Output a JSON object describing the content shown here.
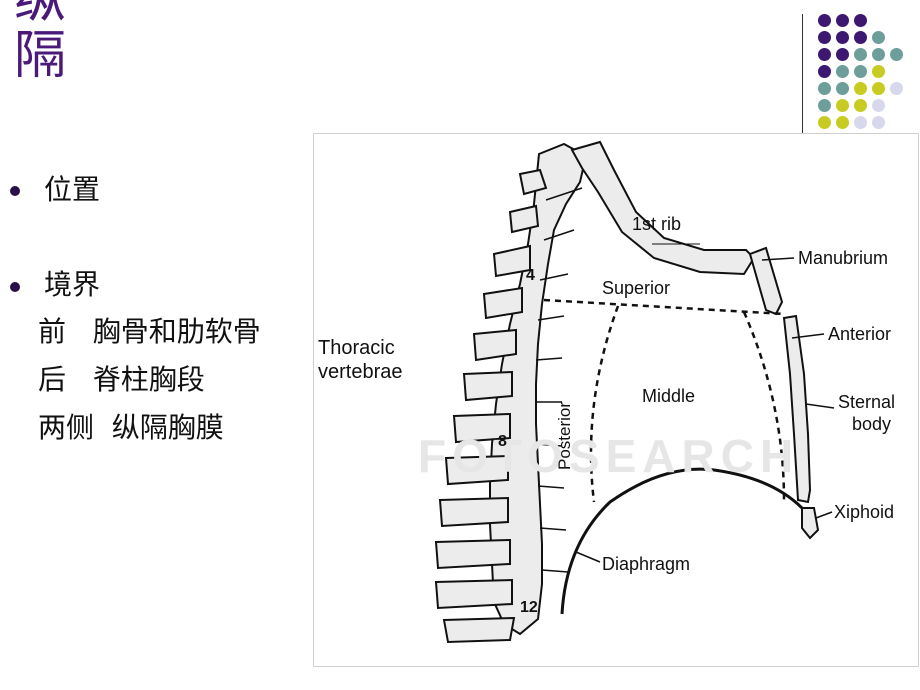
{
  "title": {
    "top_char": "纵",
    "main_char": "隔"
  },
  "colors": {
    "title": "#4a1a7a",
    "dot_purple": "#3d1870",
    "dot_teal": "#6e9e9a",
    "dot_lime": "#c8cc22",
    "dot_lavender": "#d8d8ec"
  },
  "dot_grid": [
    [
      "purple",
      "purple",
      "purple",
      null,
      null
    ],
    [
      "purple",
      "purple",
      "purple",
      "teal",
      null
    ],
    [
      "purple",
      "purple",
      "teal",
      "teal",
      "teal"
    ],
    [
      "purple",
      "teal",
      "teal",
      "lime",
      null
    ],
    [
      "teal",
      "teal",
      "lime",
      "lime",
      "lavender"
    ],
    [
      "teal",
      "lime",
      "lime",
      "lavender",
      null
    ],
    [
      "lime",
      "lime",
      "lavender",
      "lavender",
      null
    ]
  ],
  "bullets": [
    {
      "label": "位置"
    },
    {
      "label": "境界"
    }
  ],
  "boundaries": [
    "前   胸骨和肋软骨",
    "后   脊柱胸段",
    "两侧  纵隔胸膜"
  ],
  "figure": {
    "labels": {
      "first_rib": "1st rib",
      "manubrium": "Manubrium",
      "superior": "Superior",
      "anterior": "Anterior",
      "thoracic_1": "Thoracic",
      "thoracic_2": "vertebrae",
      "middle": "Middle",
      "posterior": "Posterior",
      "sternal_1": "Sternal",
      "sternal_2": "body",
      "xiphoid": "Xiphoid",
      "diaphragm": "Diaphragm",
      "v4": "4",
      "v8": "8",
      "v12": "12"
    },
    "watermark": "FOTOSEARCH"
  }
}
